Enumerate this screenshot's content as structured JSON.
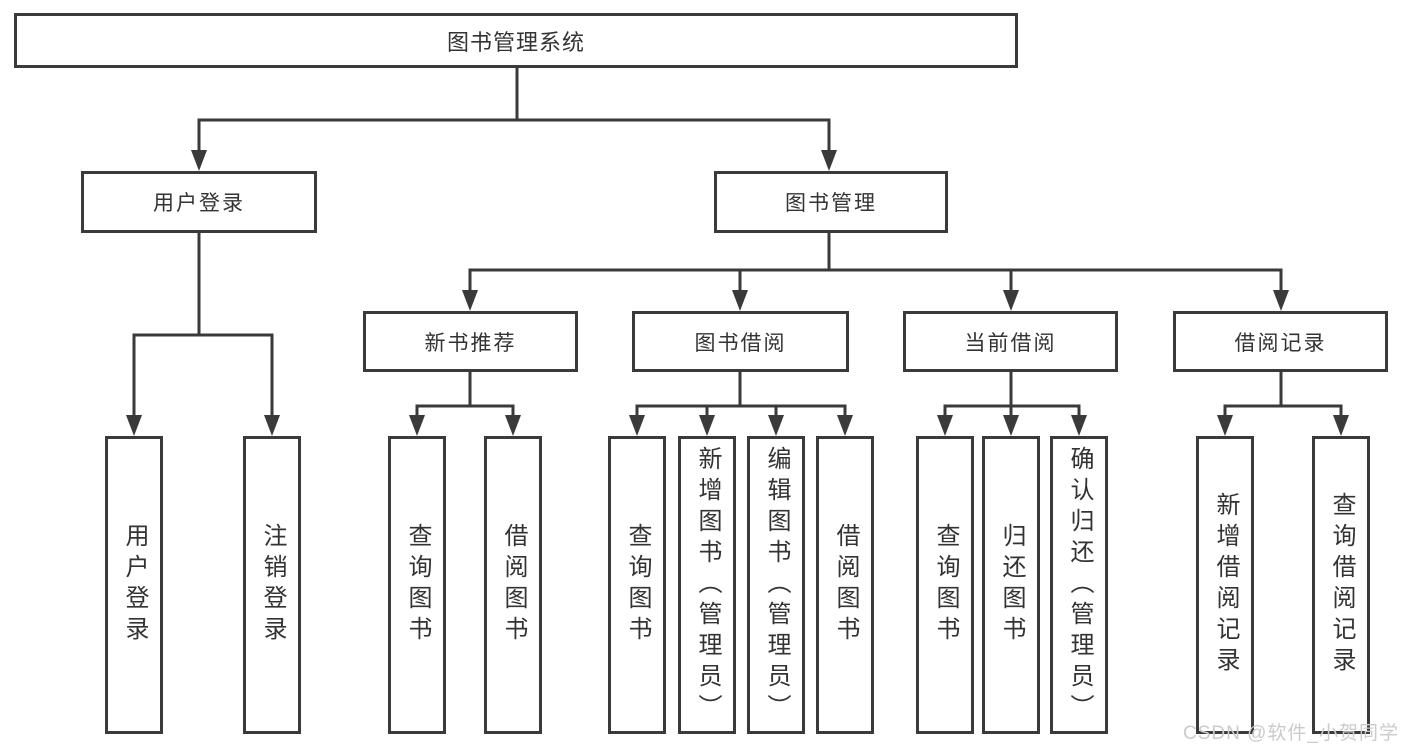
{
  "colors": {
    "line": "#3a3a3a",
    "text": "#333333",
    "background": "#ffffff",
    "watermark": "#cbcbcb"
  },
  "tree": {
    "root": {
      "label": "图书管理系统"
    },
    "branches": [
      {
        "label": "用户登录",
        "children": [
          {
            "label": "用户登录"
          },
          {
            "label": "注销登录"
          }
        ]
      },
      {
        "label": "图书管理",
        "children": [
          {
            "label": "新书推荐",
            "children": [
              {
                "label": "查询图书"
              },
              {
                "label": "借阅图书"
              }
            ]
          },
          {
            "label": "图书借阅",
            "children": [
              {
                "label": "查询图书"
              },
              {
                "label": "新增图书（管理员）"
              },
              {
                "label": "编辑图书（管理员）"
              },
              {
                "label": "借阅图书"
              }
            ]
          },
          {
            "label": "当前借阅",
            "children": [
              {
                "label": "查询图书"
              },
              {
                "label": "归还图书"
              },
              {
                "label": "确认归还（管理员）"
              }
            ]
          },
          {
            "label": "借阅记录",
            "children": [
              {
                "label": "新增借阅记录"
              },
              {
                "label": "查询借阅记录"
              }
            ]
          }
        ]
      }
    ]
  },
  "watermark": {
    "text": "CSDN @软件_小贺同学"
  }
}
